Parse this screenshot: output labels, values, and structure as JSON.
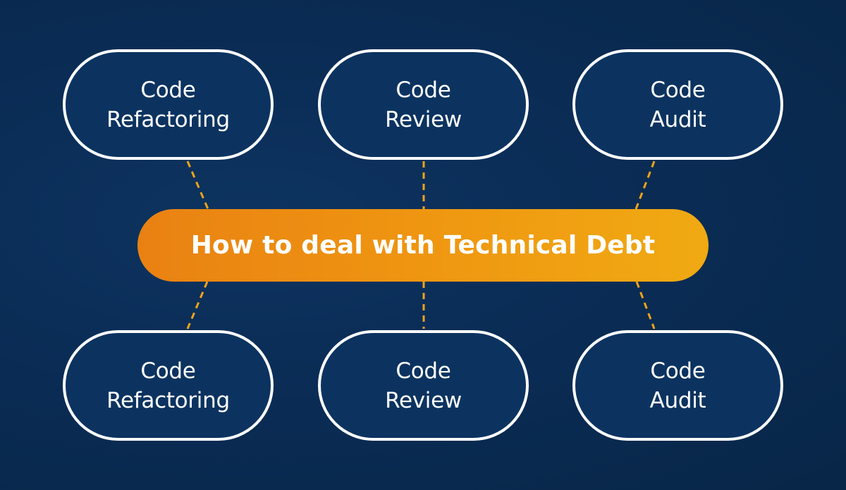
{
  "diagram": {
    "center": {
      "title": "How to deal with Technical Debt"
    },
    "nodes": [
      {
        "label": "Code\nRefactoring"
      },
      {
        "label": "Code\nReview"
      },
      {
        "label": "Code\nAudit"
      },
      {
        "label": "Code\nRefactoring"
      },
      {
        "label": "Code\nReview"
      },
      {
        "label": "Code\nAudit"
      }
    ],
    "colors": {
      "background": "#0a2c55",
      "node_fill": "#0c3360",
      "node_border": "#ffffff",
      "center_gradient_start": "#e98112",
      "center_gradient_end": "#f0aa12",
      "connector": "#f0a21a"
    }
  }
}
